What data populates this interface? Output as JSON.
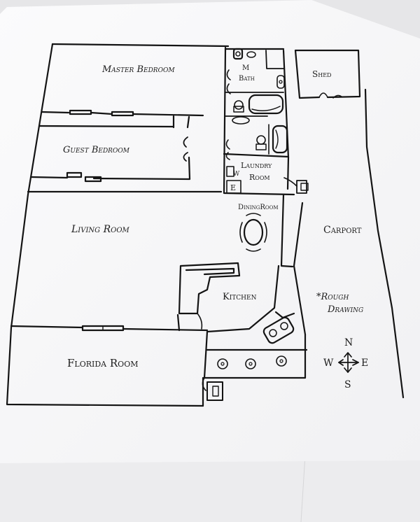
{
  "plan": {
    "rooms": {
      "master_bedroom": "Master Bedroom",
      "bath_line1": "M",
      "bath_line2": "Bath",
      "shed": "Shed",
      "guest_bedroom": "Guest Bedroom",
      "laundry_line1": "Laundry",
      "laundry_line2": "Room",
      "dining_room": "DiningRoom",
      "living_room": "Living Room",
      "carport": "Carport",
      "kitchen": "Kitchen",
      "florida_room": "Florida Room"
    },
    "appliance_letters": {
      "washer": "W",
      "dryer": "E"
    },
    "note_line1": "*Rough",
    "note_line2": "Drawing",
    "compass": {
      "n": "N",
      "s": "S",
      "e": "E",
      "w": "W"
    }
  }
}
